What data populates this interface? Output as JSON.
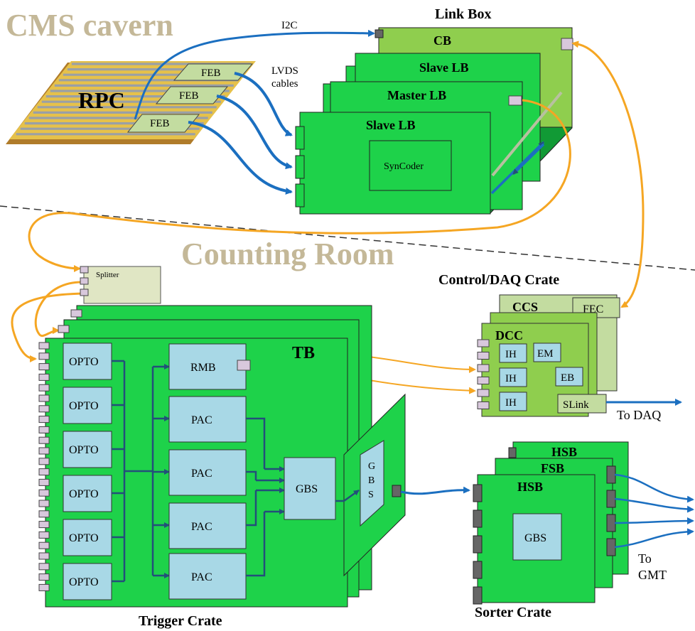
{
  "titles": {
    "cavern": "CMS cavern",
    "counting_room": "Counting Room"
  },
  "rpc": {
    "label": "RPC",
    "febs": [
      "FEB",
      "FEB",
      "FEB"
    ]
  },
  "link_box": {
    "title": "Link Box",
    "cb": "CB",
    "slave_lb_back": "Slave LB",
    "master_lb": "Master LB",
    "slave_lb_front": "Slave LB",
    "syncoder": "SynCoder",
    "i2c": "I2C",
    "lvds_line1": "LVDS",
    "lvds_line2": "cables"
  },
  "splitter": "Splitter",
  "control_crate": {
    "title": "Control/DAQ Crate",
    "ccs": "CCS",
    "fec": "FEC",
    "dcc": "DCC",
    "ih": [
      "IH",
      "IH",
      "IH"
    ],
    "em": "EM",
    "eb": "EB",
    "slink": "SLink",
    "to_daq": "To DAQ"
  },
  "trigger_crate": {
    "title": "Trigger Crate",
    "tb": "TB",
    "optos": [
      "OPTO",
      "OPTO",
      "OPTO",
      "OPTO",
      "OPTO",
      "OPTO"
    ],
    "rmb": "RMB",
    "pacs": [
      "PAC",
      "PAC",
      "PAC",
      "PAC"
    ],
    "gbs": "GBS",
    "gbs_side": [
      "G",
      "B",
      "S"
    ]
  },
  "sorter_crate": {
    "title": "Sorter Crate",
    "hsb_back": "HSB",
    "fsb": "FSB",
    "hsb_front": "HSB",
    "gbs": "GBS",
    "to_gmt_line1": "To",
    "to_gmt_line2": "GMT"
  },
  "colors": {
    "board_green": "#1ed24a",
    "light_green": "#8fce4e",
    "pale_green": "#c3dca0",
    "chip_blue": "#a8d8e6",
    "arrow_blue": "#1b6fc0",
    "fiber_orange": "#f5a623",
    "title_tan": "#c4b898"
  }
}
